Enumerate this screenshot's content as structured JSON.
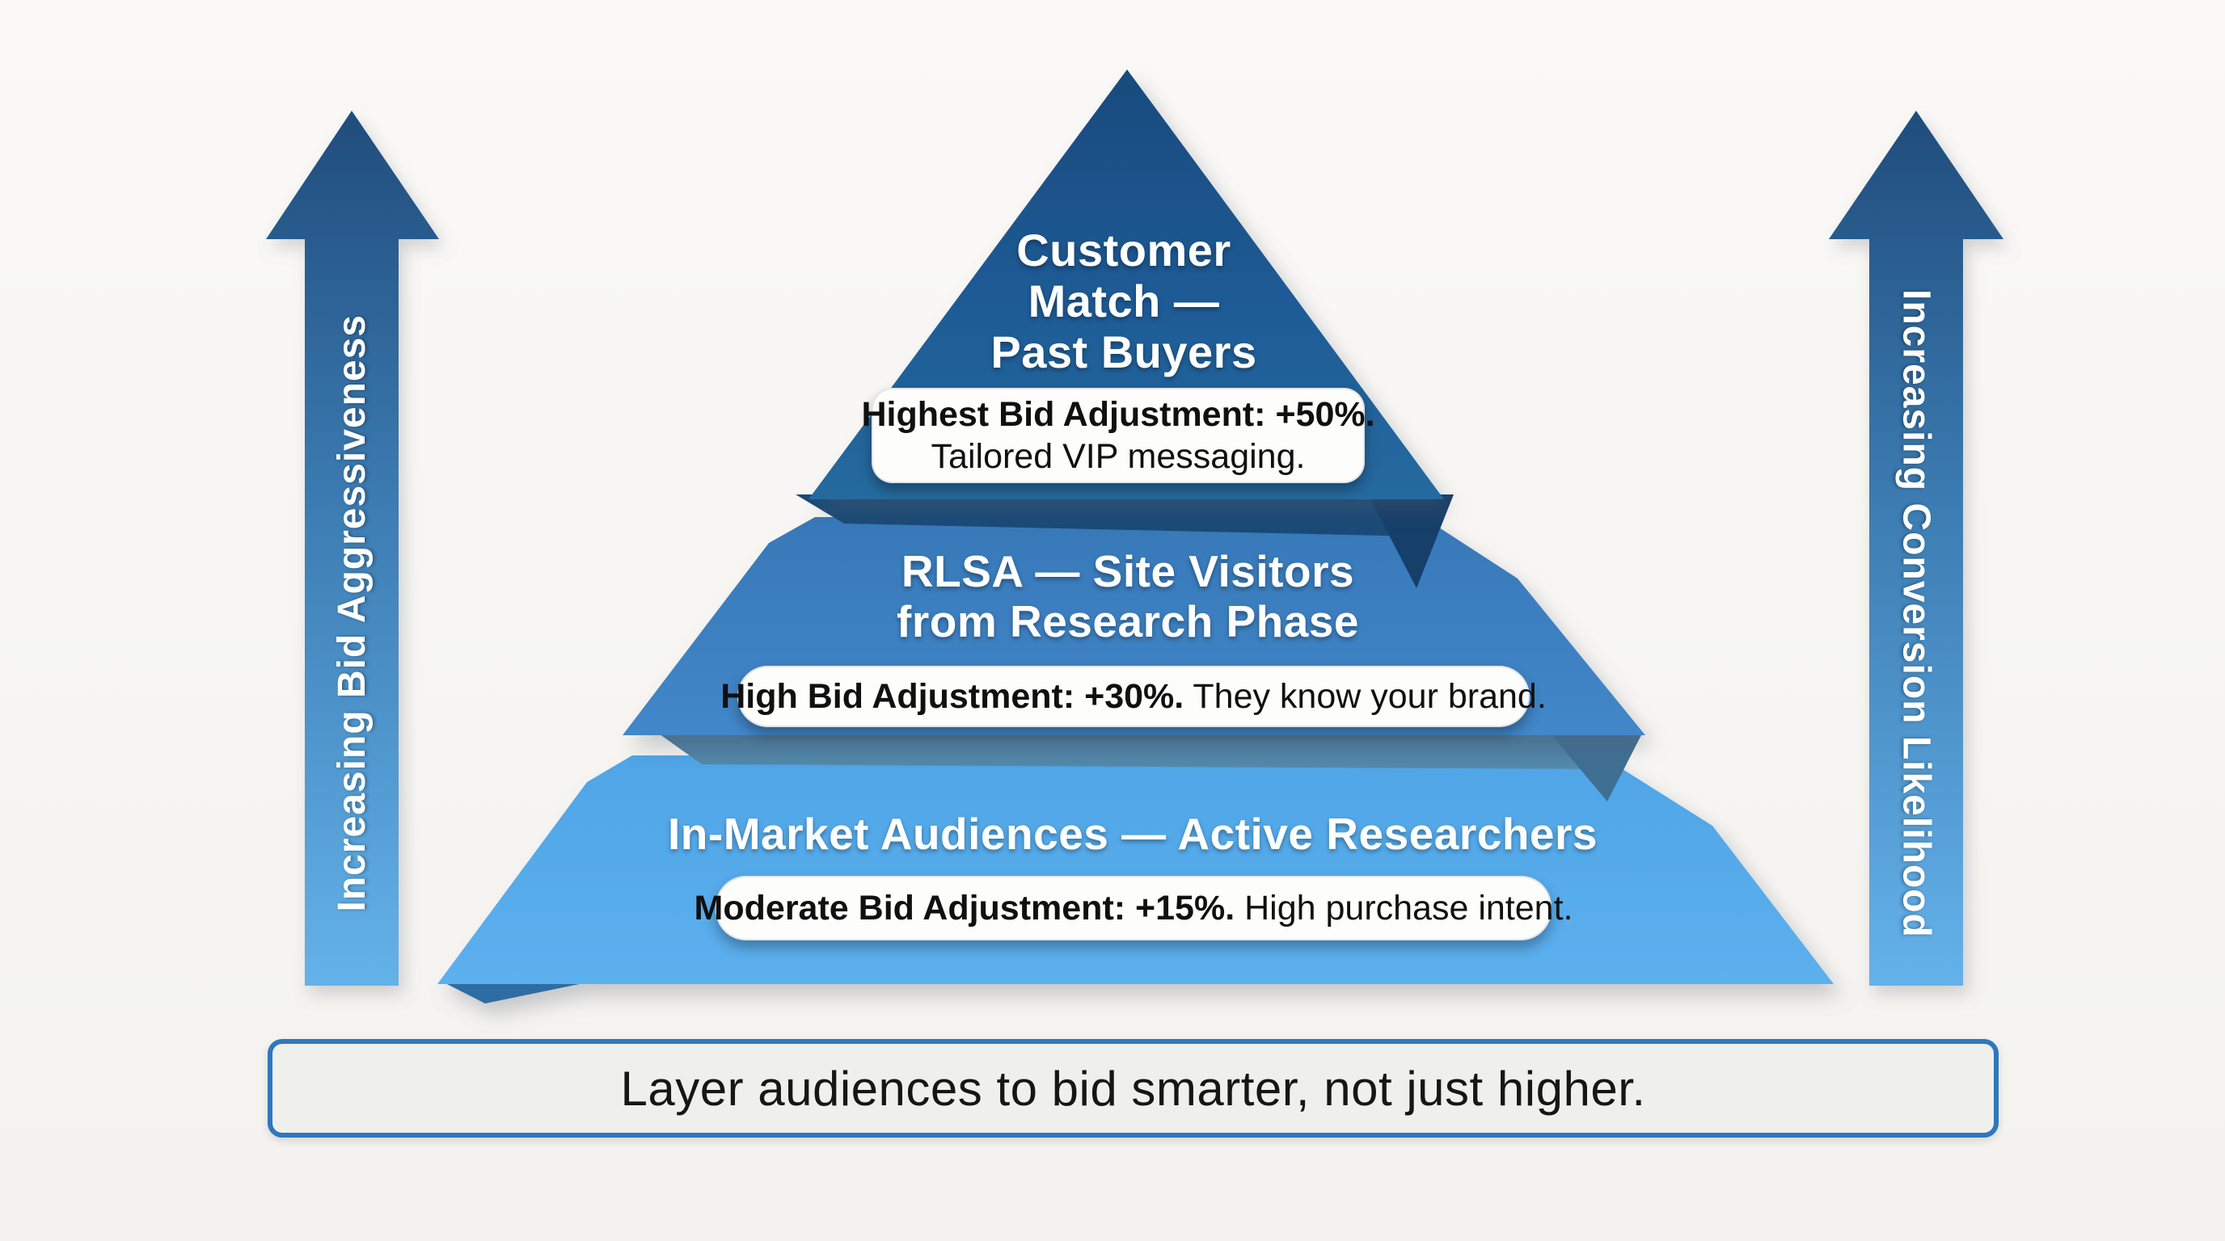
{
  "background_color": "#f8f7f5",
  "axes": {
    "left": {
      "label": "Increasing Bid Aggressiveness"
    },
    "right": {
      "label": "Increasing Conversion Likelihood"
    }
  },
  "arrow_colors": {
    "top": "#224f80",
    "middle": "#3c7cb2",
    "bottom": "#64b2ea"
  },
  "tiers": [
    {
      "id": "customer-match",
      "title_lines": [
        "Customer",
        "Match —",
        "Past Buyers"
      ],
      "badge_bold": "Highest Bid Adjustment: +50%.",
      "badge_text": "Tailored VIP messaging.",
      "color": "#1e5b96",
      "fold_color": "#1a4a78"
    },
    {
      "id": "rlsa-site-visitors",
      "title_lines": [
        "RLSA — Site Visitors",
        "from Research Phase"
      ],
      "badge_bold": "High Bid Adjustment: +30%.",
      "badge_text": "They know your brand.",
      "color": "#3d7fc2",
      "fold_color": "#4e7fa2"
    },
    {
      "id": "in-market-audiences",
      "title_lines": [
        "In-Market Audiences — Active Researchers"
      ],
      "badge_bold": "Moderate Bid Adjustment: +15%.",
      "badge_text": "High purchase intent.",
      "color": "#55abe9",
      "fold_color": "#2e6da3"
    }
  ],
  "banner": {
    "text": "Layer audiences to bid smarter, not just higher.",
    "border_color": "#2f77be",
    "fill_color": "#efefed"
  }
}
